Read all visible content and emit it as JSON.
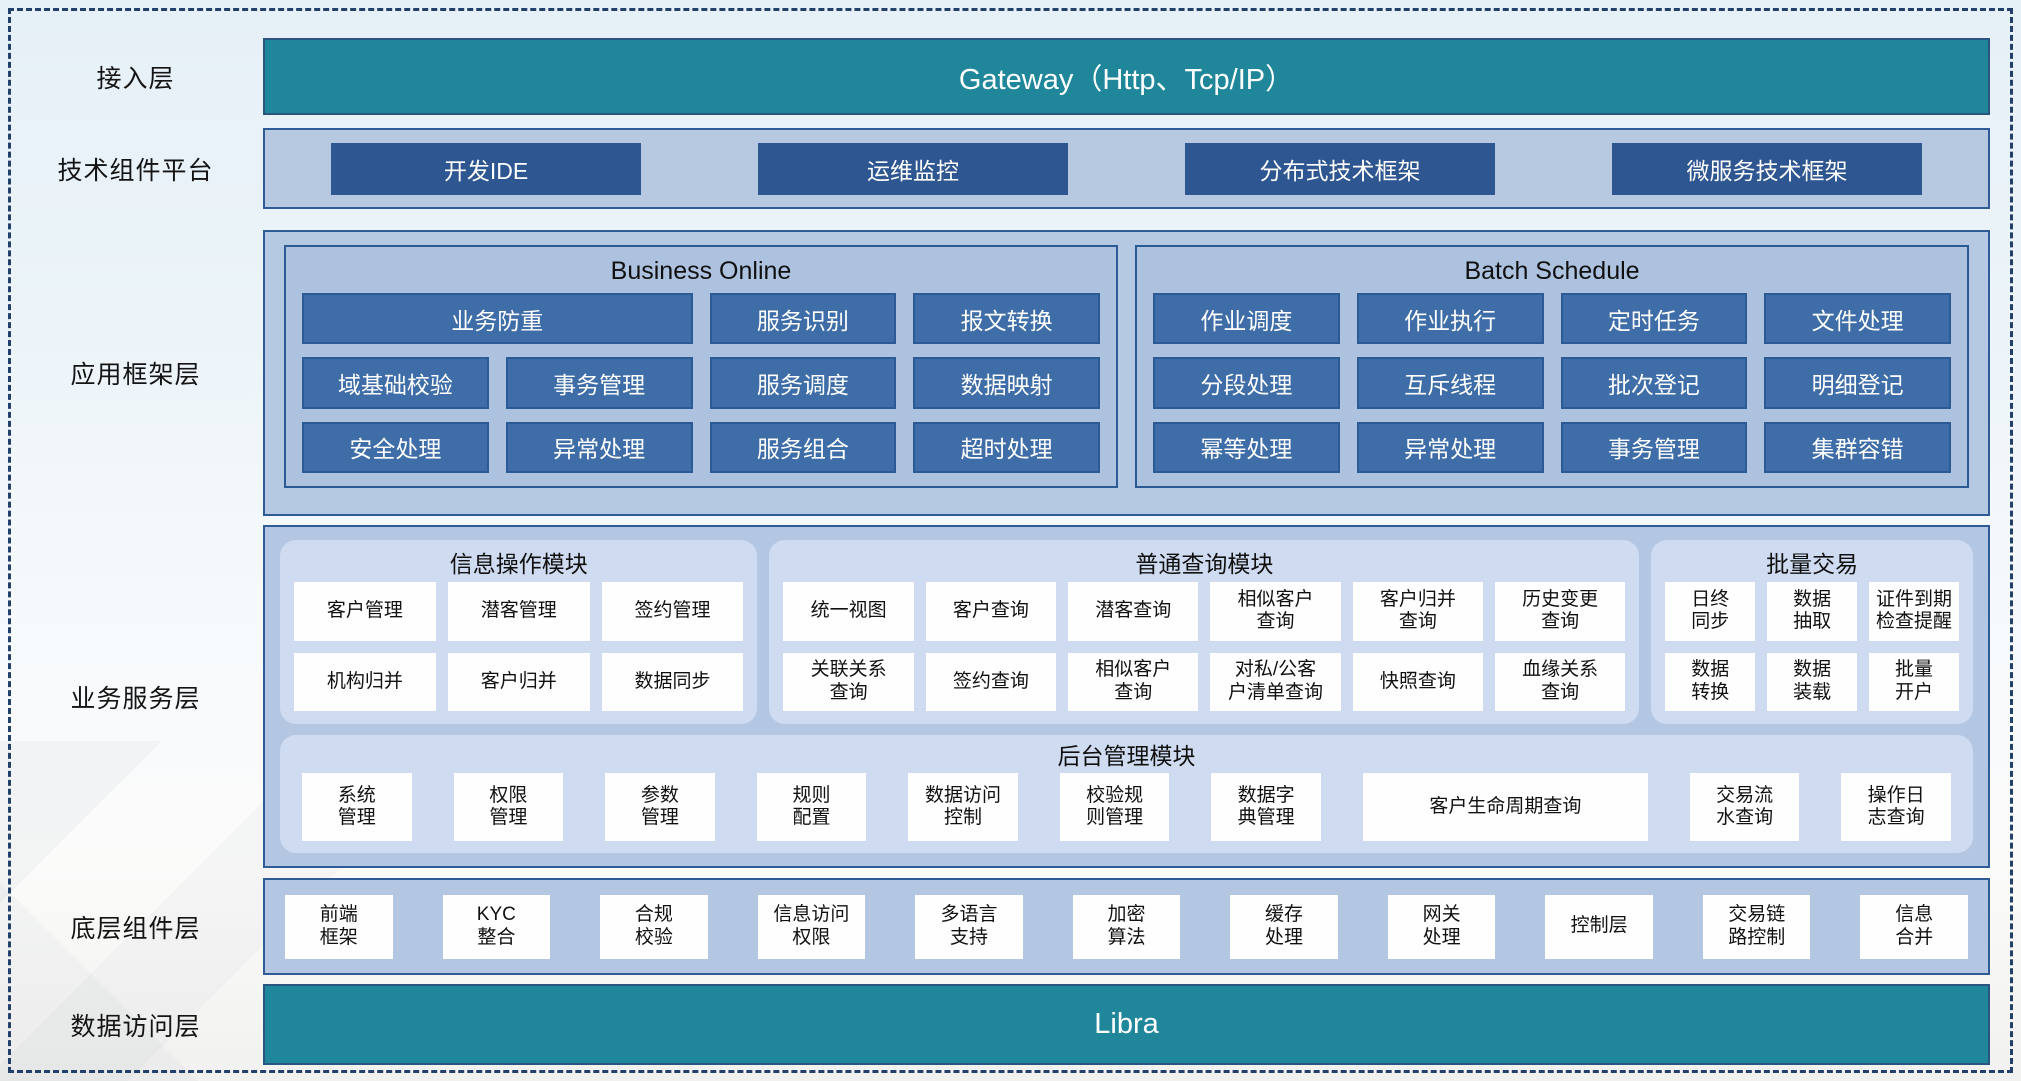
{
  "colors": {
    "teal_bar": "#20879a",
    "navy_button": "#2e5691",
    "steel_button": "#3e6da7",
    "panel_border": "#2f5c97",
    "panel_bg": "#b6c9e3",
    "subpanel_bg": "#adc2df",
    "card_bg": "#cfdbf0",
    "item_bg": "#ffffff",
    "dashed_border": "#23406b"
  },
  "layers": {
    "access": {
      "label": "接入层",
      "bar_label": "Gateway（Http、Tcp/IP）"
    },
    "tech": {
      "label": "技术组件平台",
      "items": [
        "开发IDE",
        "运维监控",
        "分布式技术框架",
        "微服务技术框架"
      ]
    },
    "app_framework": {
      "label": "应用框架层",
      "panels": [
        {
          "title": "Business Online",
          "items": [
            {
              "label": "业务防重",
              "span": 2
            },
            "服务识别",
            "报文转换",
            "域基础校验",
            "事务管理",
            "服务调度",
            "数据映射",
            "安全处理",
            "异常处理",
            "服务组合",
            "超时处理"
          ]
        },
        {
          "title": "Batch Schedule",
          "items": [
            "作业调度",
            "作业执行",
            "定时任务",
            "文件处理",
            "分段处理",
            "互斥线程",
            "批次登记",
            "明细登记",
            "幂等处理",
            "异常处理",
            "事务管理",
            "集群容错"
          ]
        }
      ]
    },
    "business_service": {
      "label": "业务服务层",
      "modules": [
        {
          "title": "信息操作模块",
          "items": [
            "客户管理",
            "潜客管理",
            "签约管理",
            "机构归并",
            "客户归并",
            "数据同步"
          ]
        },
        {
          "title": "普通查询模块",
          "items": [
            "统一视图",
            "客户查询",
            "潜客查询",
            "相似客户\n查询",
            "客户归并\n查询",
            "历史变更\n查询",
            "关联关系\n查询",
            "签约查询",
            "相似客户\n查询",
            "对私/公客\n户清单查询",
            "快照查询",
            "血缘关系\n查询"
          ]
        },
        {
          "title": "批量交易",
          "items": [
            "日终\n同步",
            "数据\n抽取",
            "证件到期\n检查提醒",
            "数据\n转换",
            "数据\n装载",
            "批量\n开户"
          ]
        }
      ],
      "admin": {
        "title": "后台管理模块",
        "items": [
          "系统\n管理",
          "权限\n管理",
          "参数\n管理",
          "规则\n配置",
          "数据访问\n控制",
          "校验规\n则管理",
          "数据字\n典管理",
          {
            "label": "客户生命周期查询",
            "flex": 2.6
          },
          "交易流\n水查询",
          "操作日\n志查询"
        ]
      }
    },
    "base_components": {
      "label": "底层组件层",
      "items": [
        "前端\n框架",
        "KYC\n整合",
        "合规\n校验",
        "信息访问\n权限",
        "多语言\n支持",
        "加密\n算法",
        "缓存\n处理",
        "网关\n处理",
        "控制层",
        "交易链\n路控制",
        "信息\n合并"
      ]
    },
    "data_access": {
      "label": "数据访问层",
      "bar_label": "Libra"
    }
  }
}
